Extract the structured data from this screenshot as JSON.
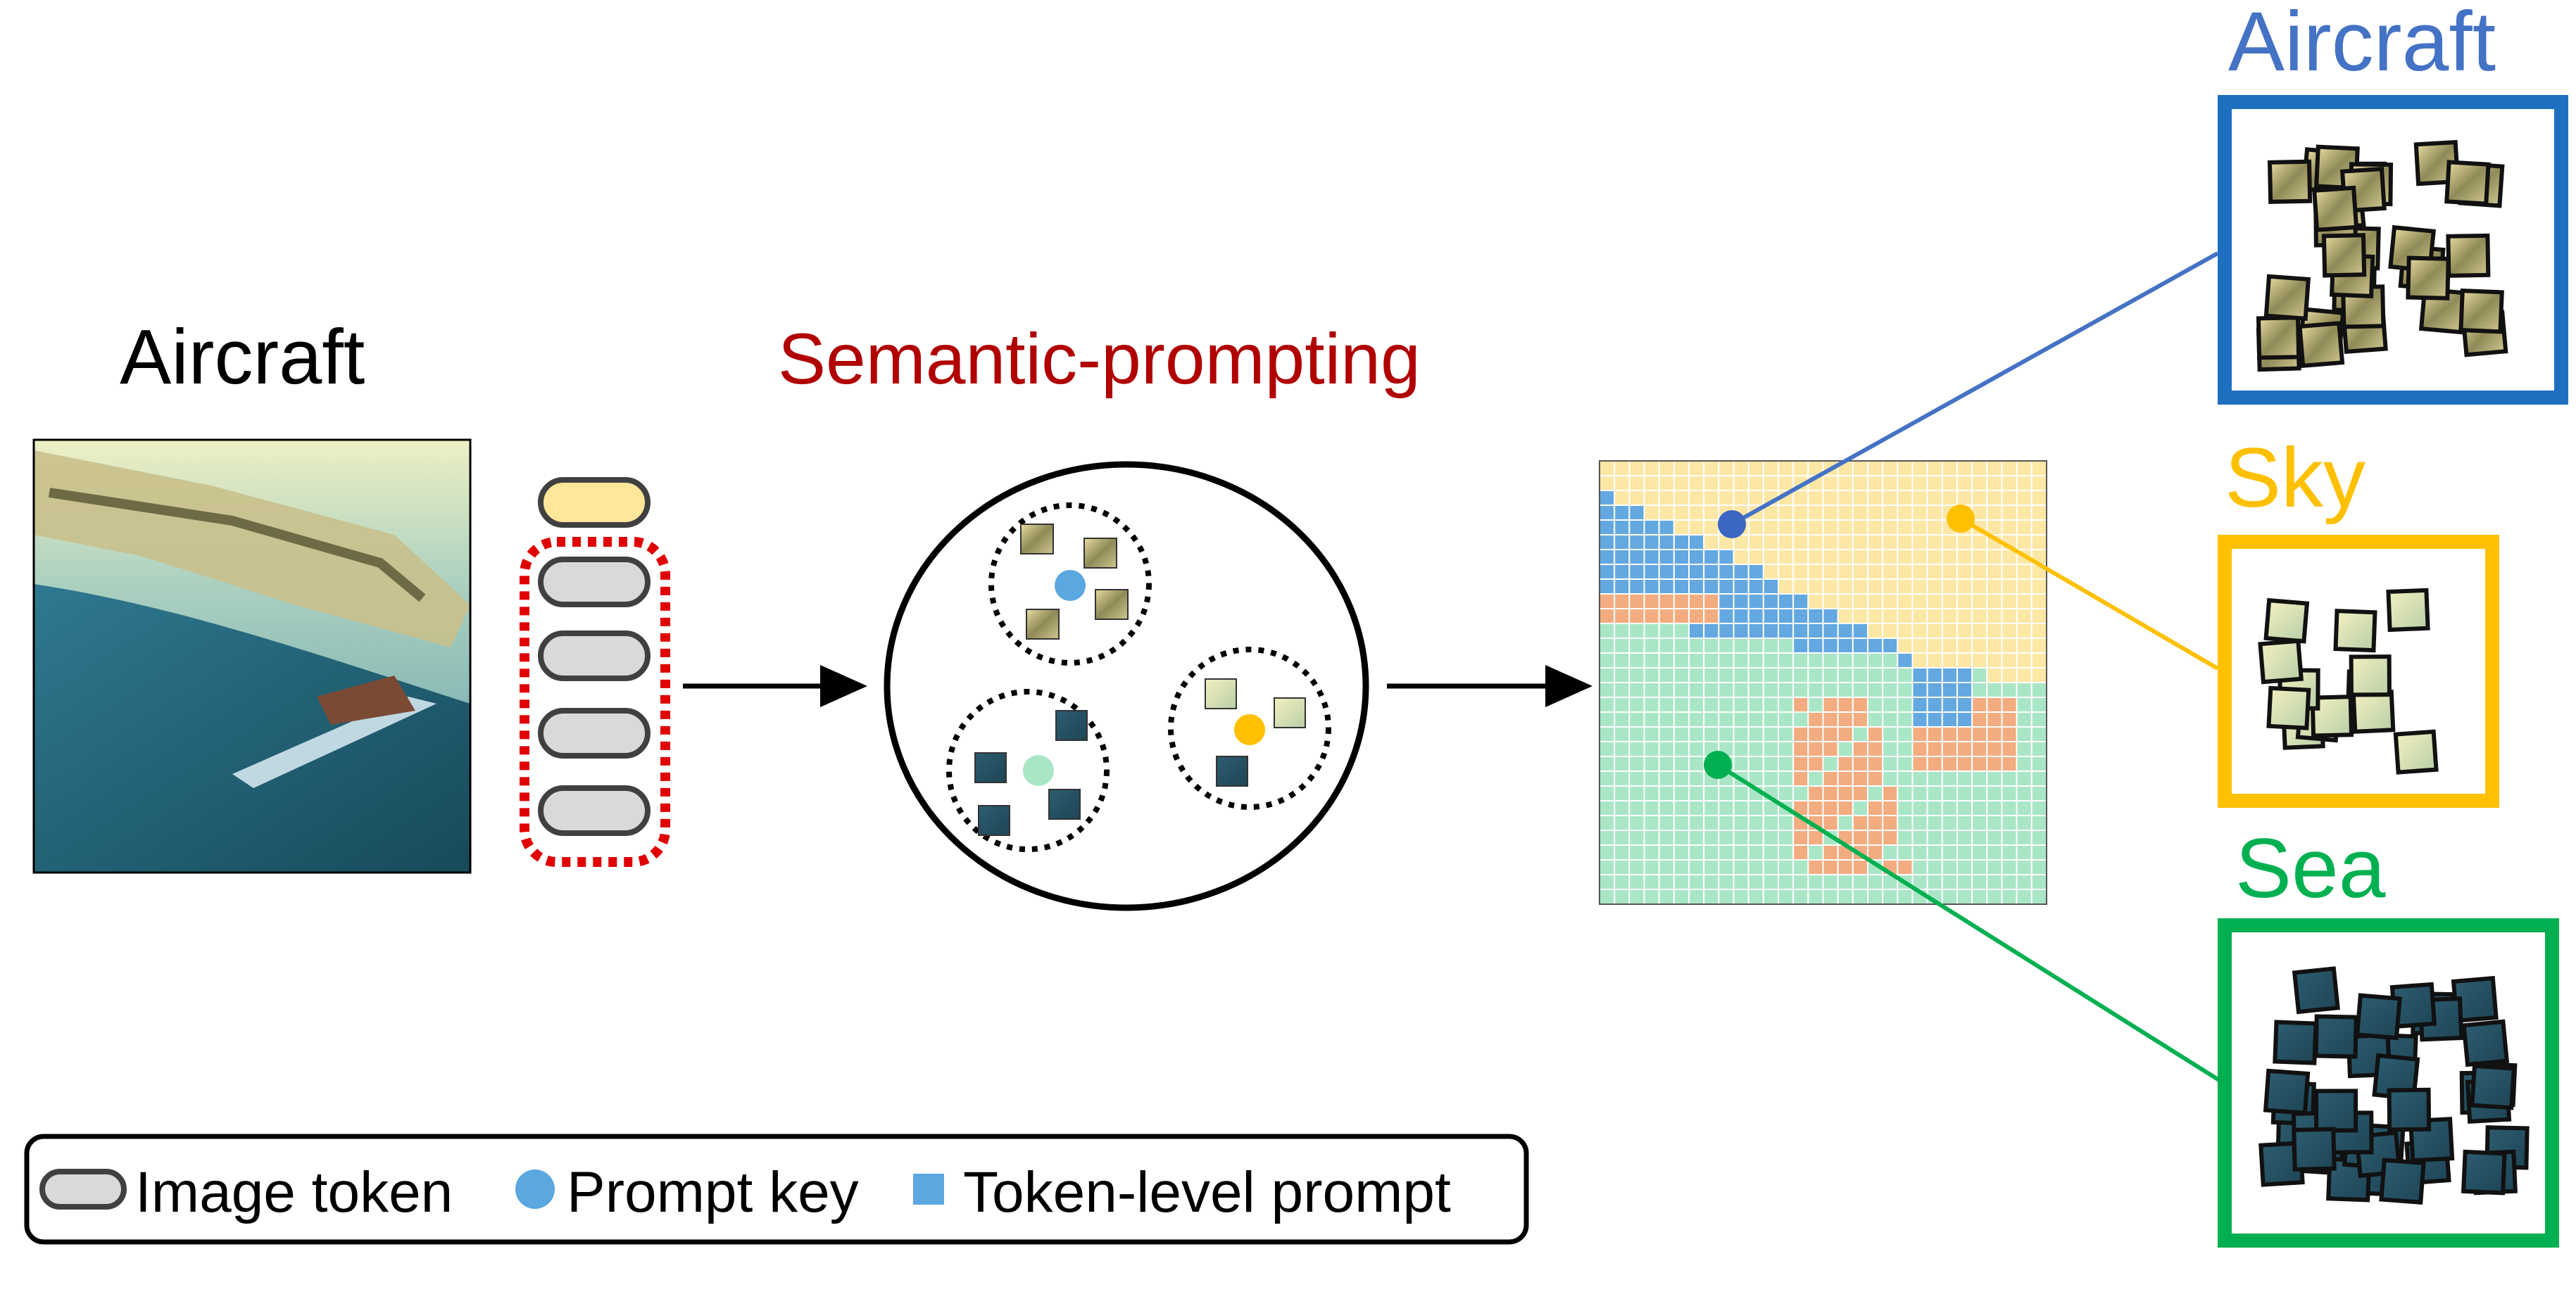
{
  "labels": {
    "input_class": "Aircraft",
    "method_title": "Semantic-prompting",
    "cluster_aircraft": "Aircraft",
    "cluster_sky": "Sky",
    "cluster_sea": "Sea"
  },
  "legend": {
    "image_token": "Image token",
    "prompt_key": "Prompt key",
    "token_level_prompt": "Token-level prompt"
  },
  "colors": {
    "aircraft": "#4472c4",
    "sky": "#ffc000",
    "sea": "#00b050",
    "title_red": "#b00000",
    "map_blue": "#63a8e0",
    "map_yellow": "#fde7a5",
    "map_orange": "#f2ac80",
    "map_green": "#a9e6c6",
    "image_token_fill": "#d9d9d9",
    "image_token_highlight": "#ffe699",
    "dotted_red": "#e00000"
  },
  "icons": {
    "input_image": "aircraft-over-sea-image",
    "token": "rounded-token-icon",
    "prompt_key": "circle-dot-icon",
    "token_level_prompt": "square-patch-icon"
  }
}
